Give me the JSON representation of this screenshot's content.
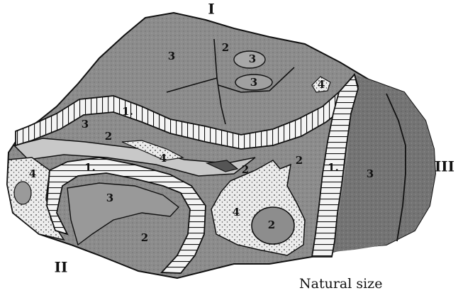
{
  "figure": {
    "side_labels": {
      "top": "I",
      "bottom_left": "II",
      "right": "III"
    },
    "caption": "Natural size",
    "zone_labels": {
      "z3_top_left": "3",
      "z2_top_center": "2",
      "z3_small_upper": "3",
      "z3_small_lower": "3",
      "z4_top_right": "4",
      "z1_band_upper": "1.",
      "z3_band_left": "3",
      "z2_left_middle": "2",
      "z4_streak": "4",
      "z4_left_edge": "4",
      "z1_band_left": "1.",
      "z2_center": "2",
      "z2_right_center": "2",
      "z1_vertical_band": "1.",
      "z3_right": "3",
      "z3_lower_left": "3",
      "z4_lower_center": "4",
      "z2_oval": "2",
      "z2_bottom": "2"
    },
    "colors": {
      "rock_fill": "#8e8e8e",
      "rock_dark": "#6f6f6f",
      "light_zone": "#c9c9c9",
      "dotted_zone": "#e6e6e6",
      "outline": "#111111"
    }
  }
}
